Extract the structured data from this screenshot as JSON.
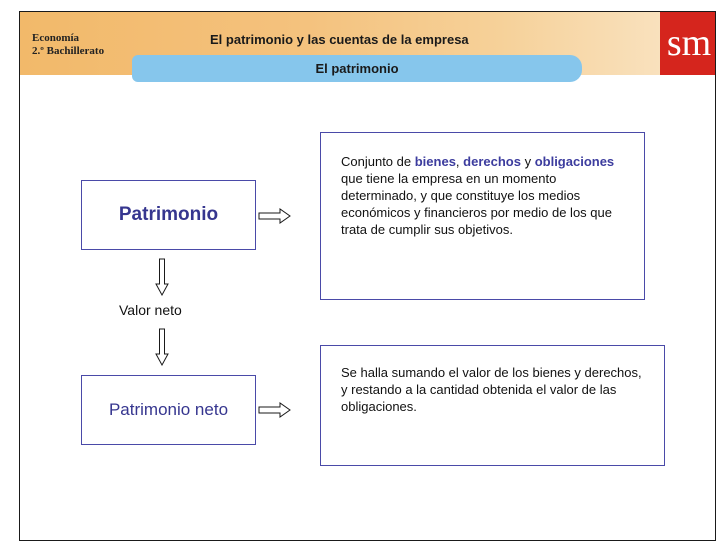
{
  "header": {
    "subject_line1": "Economía",
    "subject_line2": "2.º Bachillerato",
    "title": "El patrimonio y las cuentas de la empresa",
    "section": "El patrimonio",
    "logo_text": "sm",
    "colors": {
      "band": "#f2b96a",
      "logo_bg": "#d5251d",
      "section_bar": "#86c6ec"
    }
  },
  "diagram": {
    "patrimonio_label": "Patrimonio",
    "valor_neto_label": "Valor neto",
    "patrimonio_neto_label": "Patrimonio neto",
    "definition": {
      "w1": "Conjunto de ",
      "k1": "bienes",
      "w2": ", ",
      "k2": "derechos",
      "w3": " y ",
      "k3": "obligaciones",
      "w4": " que tiene la empresa en un momento determinado, y que constituye los medios económicos y financieros por medio de los que trata de cumplir sus objetivos."
    },
    "neto_definition": "Se halla sumando el valor de los bienes y derechos, y restando a la cantidad obtenida el valor de las obligaciones.",
    "colors": {
      "box_border": "#4a4aa8",
      "keyword": "#3c3c9e"
    }
  }
}
